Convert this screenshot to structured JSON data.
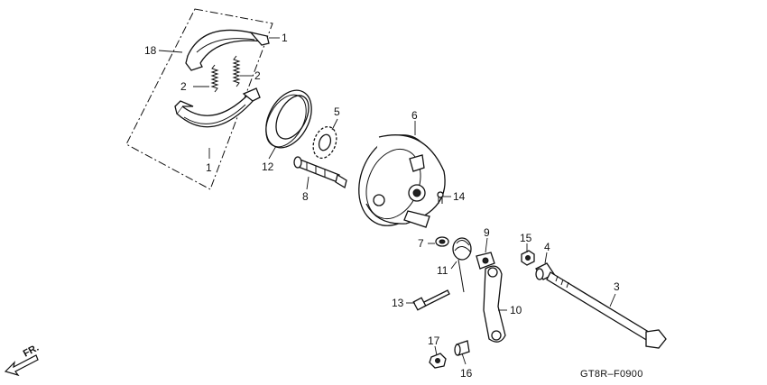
{
  "diagram_code": "GT8R–F0900",
  "direction_label": "FR.",
  "callouts": [
    {
      "id": "c1a",
      "label": "1"
    },
    {
      "id": "c1b",
      "label": "1"
    },
    {
      "id": "c2a",
      "label": "2"
    },
    {
      "id": "c2b",
      "label": "2"
    },
    {
      "id": "c3",
      "label": "3"
    },
    {
      "id": "c4",
      "label": "4"
    },
    {
      "id": "c5",
      "label": "5"
    },
    {
      "id": "c6",
      "label": "6"
    },
    {
      "id": "c7",
      "label": "7"
    },
    {
      "id": "c8",
      "label": "8"
    },
    {
      "id": "c9",
      "label": "9"
    },
    {
      "id": "c10",
      "label": "10"
    },
    {
      "id": "c11",
      "label": "11"
    },
    {
      "id": "c12",
      "label": "12"
    },
    {
      "id": "c13",
      "label": "13"
    },
    {
      "id": "c14",
      "label": "14"
    },
    {
      "id": "c15",
      "label": "15"
    },
    {
      "id": "c16",
      "label": "16"
    },
    {
      "id": "c17",
      "label": "17"
    },
    {
      "id": "c18",
      "label": "18"
    }
  ]
}
